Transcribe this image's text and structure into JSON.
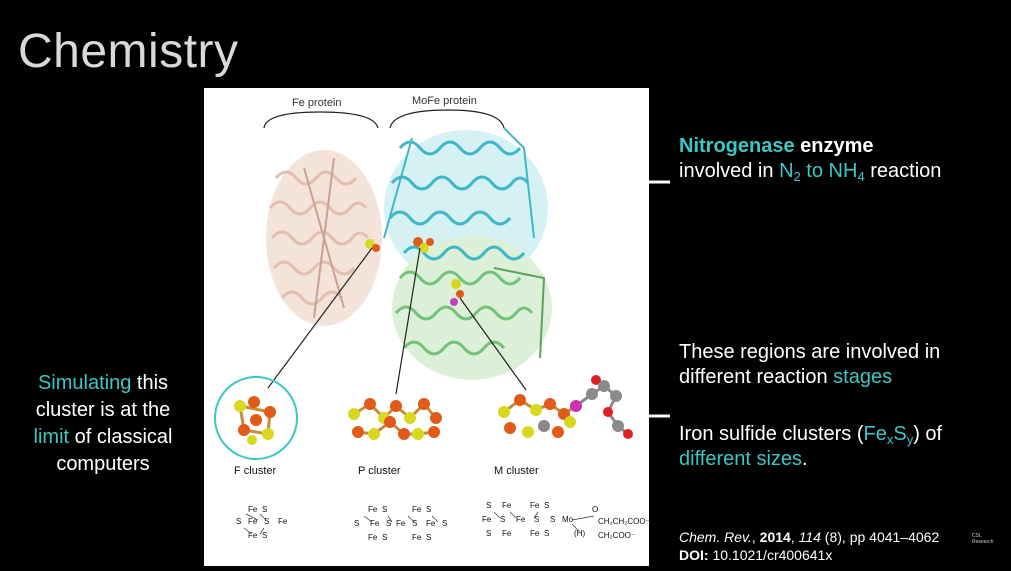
{
  "slide": {
    "title": "Chemistry"
  },
  "figure": {
    "label_fe_protein": "Fe protein",
    "label_mofe_protein": "MoFe protein",
    "cluster_f": "F cluster",
    "cluster_p": "P cluster",
    "cluster_m": "M cluster",
    "formula_text": {
      "fe": "Fe",
      "s": "S",
      "mo": "Mo",
      "h": "(H)",
      "o": "O",
      "ch2coo1": "CH₂CH₂COO⁻",
      "ch2coo2": "CH₂COO⁻"
    }
  },
  "right": {
    "nitrogenase": "Nitrogenase",
    "enzyme": " enzyme",
    "involved_in": "involved in ",
    "n": "N",
    "n_sub": "2",
    "to": " to ",
    "nh": "NH",
    "nh_sub": "4",
    "reaction": " reaction",
    "regions_line1": "These regions are involved in",
    "regions_line2a": "different reaction ",
    "regions_line2b": "stages",
    "iron_a": "Iron sulfide clusters (",
    "fe": "Fe",
    "fe_sub": "x",
    "s": "S",
    "s_sub": "y",
    "iron_b": ") of",
    "sizes_a": "different sizes",
    "sizes_b": "."
  },
  "left": {
    "simulating": "Simulating",
    "this": " this",
    "cluster_is_at_the": "cluster is at the",
    "limit": "limit",
    "of_classical": " of classical",
    "computers": "computers"
  },
  "citation": {
    "journal": "Chem. Rev.",
    "sep1": ", ",
    "year": "2014",
    "sep2": ", ",
    "volume": "114",
    "rest": " (8), pp 4041–4062",
    "doi_label": "DOI:",
    "doi": " 10.1021/cr400641x"
  },
  "logo": {
    "line1": "CSL",
    "line2": "Research"
  },
  "colors": {
    "accent": "#3cc7c5",
    "background": "#000000",
    "fe_protein": "#e8c9b8",
    "mofe_teal": "#3fb7c8",
    "mofe_green": "#7cc77c",
    "iron": "#e05a1a",
    "sulfur": "#d8d820"
  }
}
